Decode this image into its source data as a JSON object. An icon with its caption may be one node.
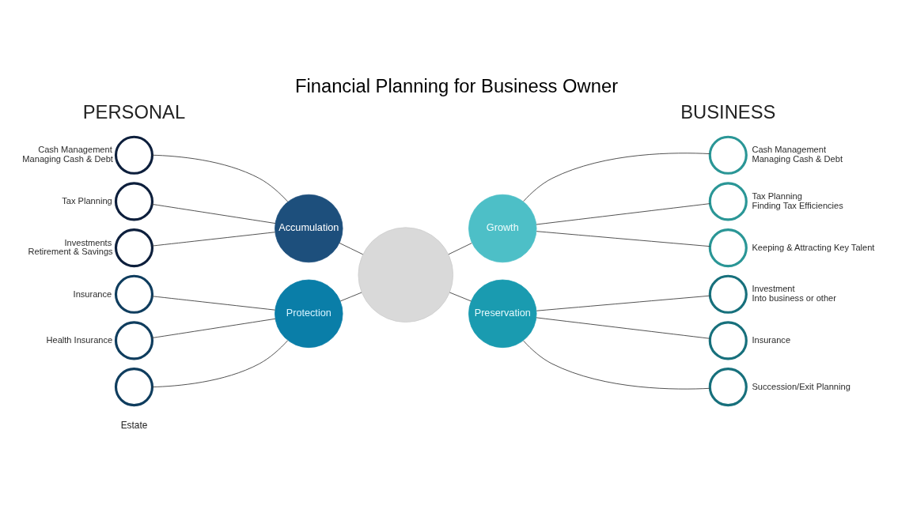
{
  "diagram": {
    "title": "Financial Planning for Business Owner",
    "nodes": [
      {
        "text": [],
        "shape": "person"
      },
      {
        "text": [
          "Accumulation"
        ]
      },
      {
        "text": [],
        "shape": "circle",
        "beside": [
          "Cash Management",
          "Managing Cash & Debt"
        ]
      },
      {
        "text": [],
        "shape": "circle",
        "beside": [
          "Tax Planning"
        ]
      },
      {
        "text": [],
        "shape": "circle",
        "beside": [
          "Investments",
          "Retirement & Savings"
        ]
      },
      {
        "text": [
          "Protection"
        ]
      },
      {
        "text": [],
        "shape": "circle",
        "beside": [
          "Insurance"
        ]
      },
      {
        "text": [],
        "shape": "circle",
        "beside": [
          "Health Insurance"
        ]
      },
      {
        "text": [],
        "shape": "circle"
      },
      {
        "text": [
          "Growth"
        ]
      },
      {
        "text": [],
        "shape": "circle",
        "beside": [
          "Cash Management",
          "Managing Cash & Debt"
        ]
      },
      {
        "text": [],
        "shape": "circle",
        "beside": [
          "Tax Planning",
          "Finding Tax Efficiencies"
        ]
      },
      {
        "text": [],
        "shape": "circle",
        "beside": [
          "Keeping & Attracting Key Talent"
        ]
      },
      {
        "text": [
          "Preservation"
        ]
      },
      {
        "text": [],
        "shape": "circle",
        "beside": [
          "Investment",
          "Into business or other"
        ]
      },
      {
        "text": [],
        "shape": "circle",
        "beside": [
          "Insurance"
        ]
      },
      {
        "text": [],
        "shape": "circle",
        "beside": [
          "Succession/Exit Planning"
        ]
      }
    ],
    "edges": [
      {
        "from": 1,
        "to": 0,
        "arrow": "none"
      },
      {
        "from": 2,
        "to": 1,
        "arrow": "none"
      },
      {
        "from": 3,
        "to": 1,
        "arrow": "none"
      },
      {
        "from": 4,
        "to": 1,
        "arrow": "none"
      },
      {
        "from": 5,
        "to": 0,
        "arrow": "none"
      },
      {
        "from": 6,
        "to": 5,
        "arrow": "none"
      },
      {
        "from": 7,
        "to": 5,
        "arrow": "none"
      },
      {
        "from": 8,
        "to": 5,
        "arrow": "none"
      },
      {
        "from": 0,
        "to": 9,
        "arrow": "none"
      },
      {
        "from": 9,
        "to": 10,
        "arrow": "none"
      },
      {
        "from": 9,
        "to": 11,
        "arrow": "none"
      },
      {
        "from": 9,
        "to": 12,
        "arrow": "none"
      },
      {
        "from": 0,
        "to": 13,
        "arrow": "none"
      },
      {
        "from": 13,
        "to": 14,
        "arrow": "none"
      },
      {
        "from": 13,
        "to": 15,
        "arrow": "none"
      },
      {
        "from": 13,
        "to": 16,
        "arrow": "none"
      }
    ],
    "labels": [
      "PERSONAL",
      "BUSINESS",
      "Estate"
    ]
  }
}
